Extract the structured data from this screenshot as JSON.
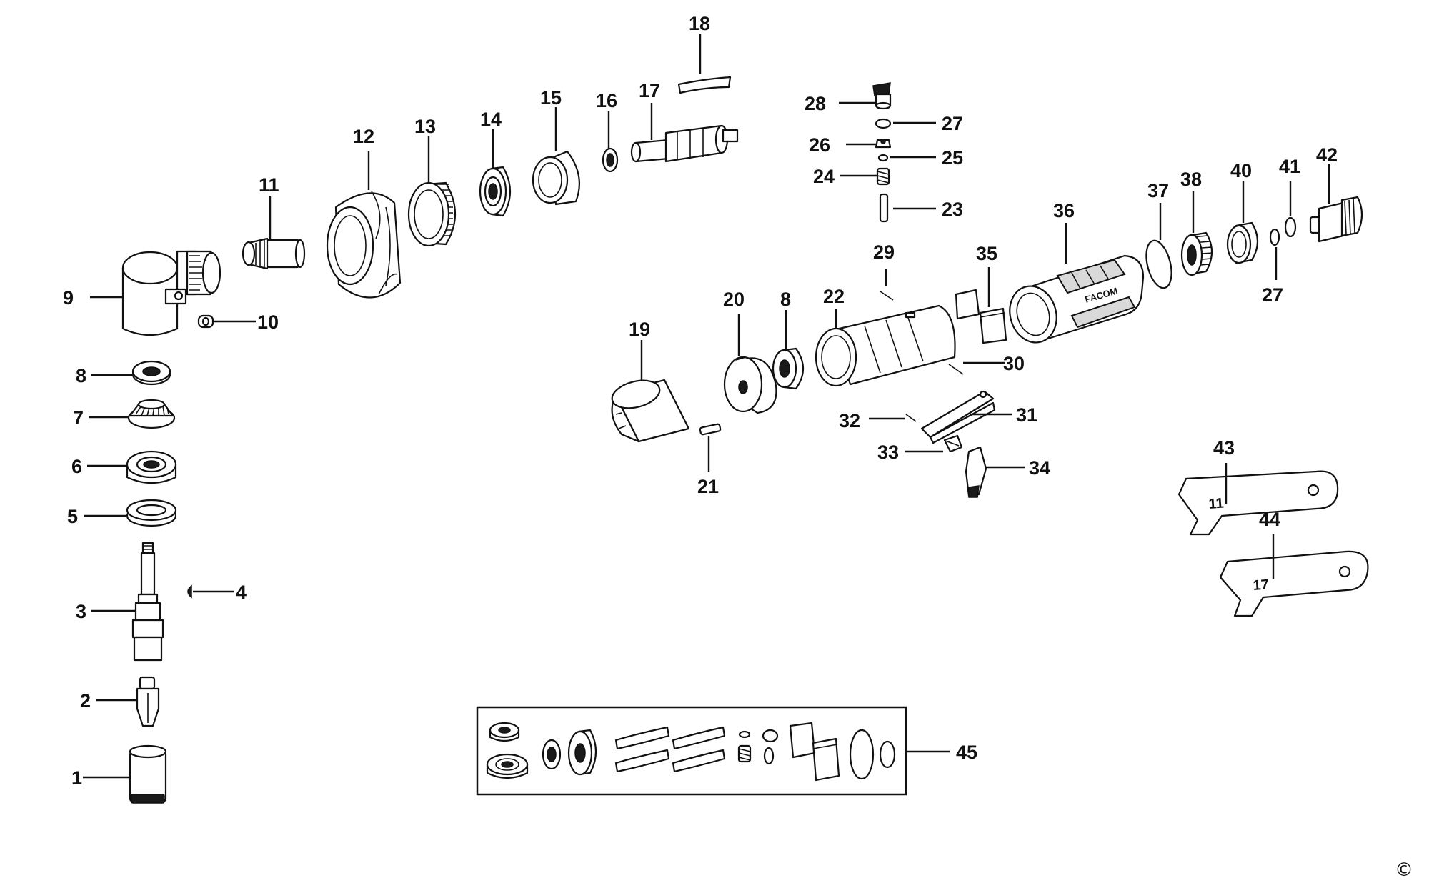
{
  "parts": [
    "1",
    "2",
    "3",
    "4",
    "5",
    "6",
    "7",
    "8",
    "9",
    "10",
    "11",
    "12",
    "13",
    "14",
    "15",
    "16",
    "17",
    "18",
    "19",
    "20",
    "8",
    "21",
    "22",
    "23",
    "24",
    "25",
    "26",
    "27",
    "28",
    "29",
    "30",
    "31",
    "32",
    "33",
    "34",
    "35",
    "36",
    "37",
    "38",
    "40",
    "41",
    "42",
    "27",
    "43",
    "44",
    "45"
  ],
  "brand_text": "FACOM",
  "wrench_a_text": "11",
  "wrench_b_text": "17",
  "copyright_symbol": "©"
}
